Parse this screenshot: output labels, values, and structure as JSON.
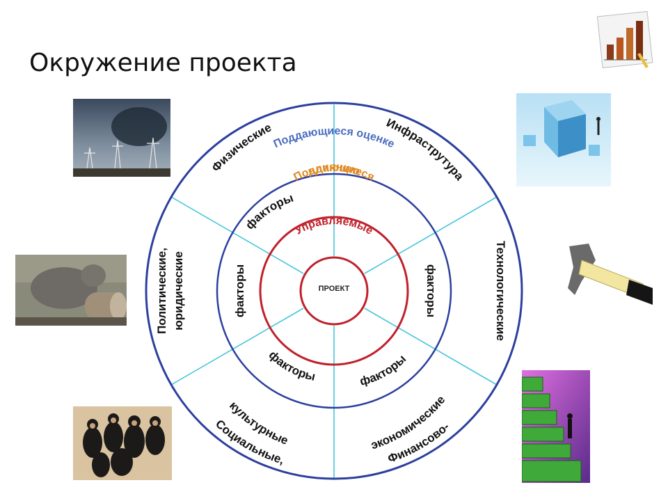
{
  "slide": {
    "title": "Окружение проекта"
  },
  "diagram": {
    "center": "ПРОЕКТ",
    "ring_labels": {
      "assessable": "Поддающиеся оценке",
      "influenceable_1": "Поддающиеся",
      "influenceable_2": "влиянию",
      "managed": "Управляемые"
    },
    "outer_sectors": {
      "physical": "Физические",
      "infrastructure": "Инфраструтура",
      "technological": "Технологические",
      "financial_1": "Финансово-",
      "financial_2": "экономические",
      "social_1": "Социальные,",
      "social_2": "культурные",
      "political_1": "Политические,",
      "political_2": "юридические"
    },
    "factors": {
      "upper_left": "факторы",
      "left": "факторы",
      "right": "факторы",
      "lower_left": "факторы",
      "lower_right": "факторы"
    },
    "colors": {
      "blue": "#2b3f9e",
      "cyan": "#47c6dc",
      "red": "#c0202a",
      "orange": "#e08a22",
      "label_blue": "#4a6cc0"
    }
  },
  "images": {
    "power_lines": "power-lines-photo",
    "cubes": "cubes-photo",
    "hammer": "hammer-photo",
    "money_stairs": "money-stairs-photo",
    "chimps": "chimps-photo",
    "elephant": "elephant-photo",
    "chart_icon": "chart-icon"
  }
}
